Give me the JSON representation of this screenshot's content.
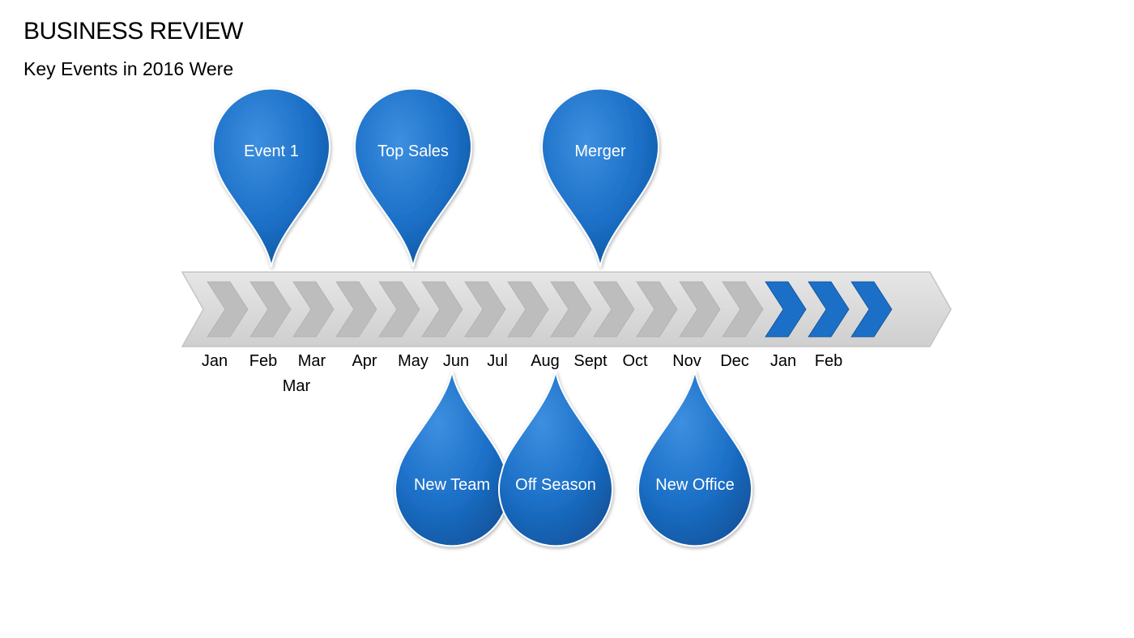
{
  "header": {
    "title": "BUSINESS REVIEW",
    "subtitle": "Key Events in 2016 Were"
  },
  "timeline": {
    "months": [
      "Jan",
      "Feb",
      "Mar",
      "Apr",
      "May",
      "Jun",
      "Jul",
      "Aug",
      "Sept",
      "Oct",
      "Nov",
      "Dec",
      "Jan",
      "Feb"
    ],
    "extra_label": "Mar",
    "chevron_count": 16,
    "highlighted_from_chevron": 14,
    "events_above": [
      {
        "label": "Event 1",
        "month_index": 1
      },
      {
        "label": "Top Sales",
        "month_index": 4
      },
      {
        "label": "Merger",
        "month_index": 8
      }
    ],
    "events_below": [
      {
        "label": "New Team",
        "month_index": 5
      },
      {
        "label": "Off Season",
        "month_index": 7
      },
      {
        "label": "New Office",
        "month_index": 10
      }
    ]
  },
  "colors": {
    "accent_blue": "#1b6fc6",
    "accent_blue_dark": "#0f4f96",
    "chevron_grey": "#bdbdbd",
    "band_grey": "#d9d9d9"
  }
}
